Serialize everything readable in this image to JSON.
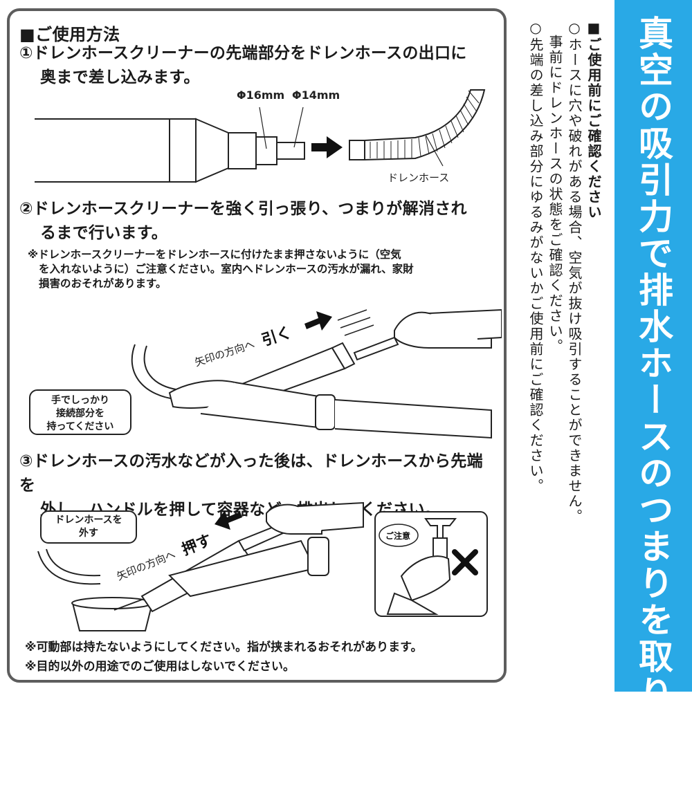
{
  "usage": {
    "heading": "■ご使用方法",
    "step1": {
      "line1": "①ドレンホースクリーナーの先端部分をドレンホースの出口に",
      "line2": "奥まで差し込みます。"
    },
    "diagram1": {
      "dim_a": "Φ16mm",
      "dim_b": "Φ14mm",
      "hose_label": "ドレンホース"
    },
    "step2": {
      "line1": "②ドレンホースクリーナーを強く引っ張り、つまりが解消され",
      "line2": "るまで行います。"
    },
    "note2": {
      "line1": "※ドレンホースクリーナーをドレンホースに付けたまま押さないように（空気",
      "line2": "を入れないように）ご注意ください。室内へドレンホースの汚水が漏れ、家財",
      "line3": "損害のおそれがあります。"
    },
    "illustration2": {
      "direction_label": "矢印の方向へ",
      "action_label": "引く",
      "bubble_line1": "手でしっかり",
      "bubble_line2": "接続部分を",
      "bubble_line3": "持ってください"
    },
    "step3": {
      "line1": "③ドレンホースの汚水などが入った後は、ドレンホースから先端を",
      "line2": "外し、ハンドルを押して容器などへ排出してください。"
    },
    "illustration3": {
      "bubble_line1": "ドレンホースを",
      "bubble_line2": "外す",
      "direction_label": "矢印の方向へ",
      "action_label": "押す",
      "caution_label": "ご注意"
    },
    "footer": {
      "line1": "※可動部は持たないようにしてください。指が挟まれるおそれがあります。",
      "line2": "※目的以外の用途でのご使用はしないでください。"
    }
  },
  "precheck": {
    "heading": "■ご使用前にご確認ください",
    "line1": "○ホースに穴や破れがある場合、空気が抜け吸引することができません。",
    "line2": "　事前にドレンホースの状態をご確認ください。",
    "line3": "○先端の差し込み部分にゆるみがないかご使用前にご確認ください。"
  },
  "banner": {
    "title": "真空の吸引力で排水ホースのつまりを取り除く",
    "color": "#29a9e6"
  },
  "colors": {
    "frame": "#5d5d5d",
    "ink": "#1a1a1a"
  }
}
